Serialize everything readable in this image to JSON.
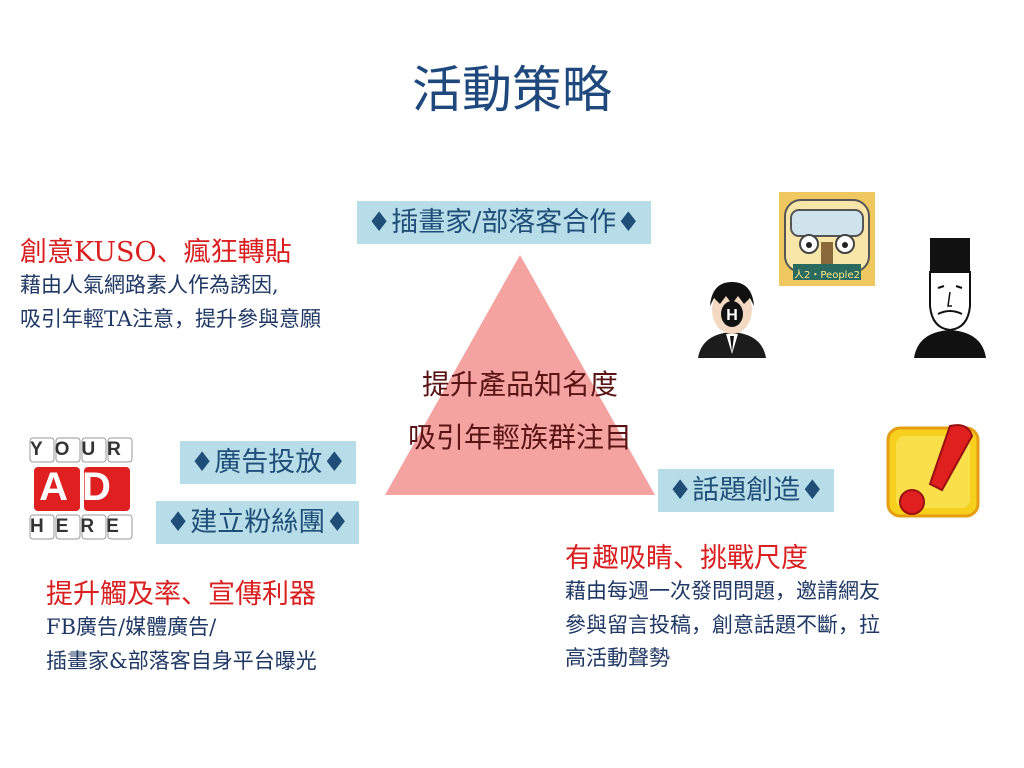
{
  "slide": {
    "title": "活動策略"
  },
  "tags": {
    "illustrator": "♦插畫家/部落客合作♦",
    "ads": "♦廣告投放♦",
    "fanpage": "♦建立粉絲團♦",
    "topic": "♦話題創造♦"
  },
  "center": {
    "line1": "提升產品知名度",
    "line2": "吸引年輕族群注目"
  },
  "top_left": {
    "heading": "創意KUSO、瘋狂轉貼",
    "line1": "藉由人氣網路素人作為誘因,",
    "line2": "吸引年輕TA注意，提升參與意願"
  },
  "bottom_left": {
    "heading": "提升觸及率、宣傳利器",
    "line1": "FB廣告/媒體廣告/",
    "line2": "插畫家&部落客自身平台曝光"
  },
  "bottom_right": {
    "heading": "有趣吸睛、挑戰尺度",
    "line1": "藉由每週一次發問問題，邀請網友",
    "line2": "參與留言投稿，創意話題不斷，拉",
    "line3": "高活動聲勢"
  },
  "ad_graphic": {
    "word1": "YOUR",
    "word2": "AD",
    "word3": "HERE"
  },
  "bus_sign": {
    "text": "人2・People2"
  },
  "colors": {
    "title": "#1f497d",
    "tag_bg": "#b7dde8",
    "triangle": "#f4a3a0",
    "red_heading": "#d91f1f",
    "body": "#1f3864"
  }
}
